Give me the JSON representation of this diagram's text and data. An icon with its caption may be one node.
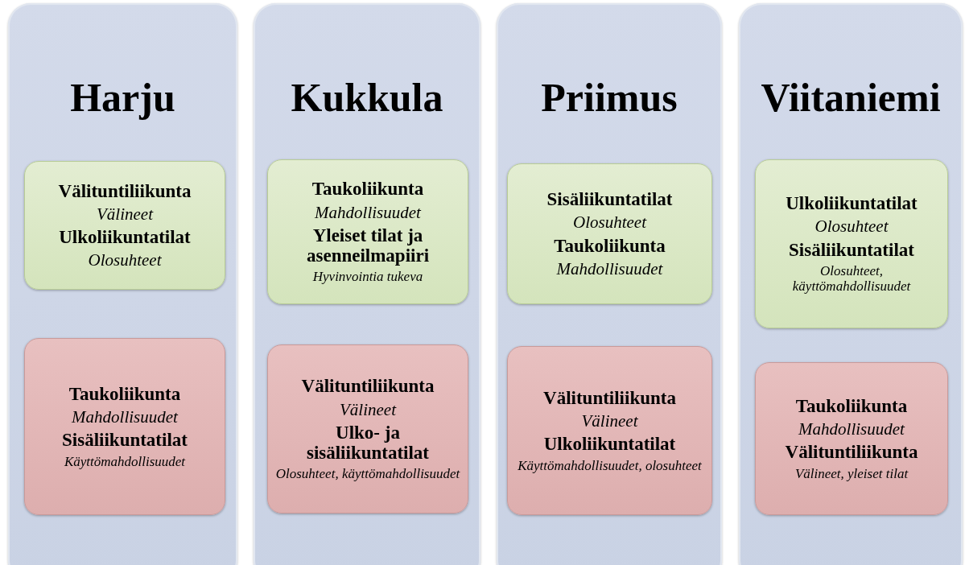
{
  "diagram": {
    "nodes": [
      {
        "text": [
          "Harju"
        ]
      },
      {
        "text": [
          "Välituntiliikunta",
          "Välineet",
          "Ulkoliikuntatilat",
          "Olosuhteet"
        ],
        "in": 0
      },
      {
        "text": [
          "Taukoliikunta",
          "Mahdollisuudet",
          "Sisäliikuntatilat",
          "Käyttömahdollisuudet"
        ],
        "in": 0
      },
      {
        "text": [
          "Kukkula"
        ]
      },
      {
        "text": [
          "Taukoliikunta",
          "Mahdollisuudet",
          "Yleiset tilat ja asenneilmapiiri",
          "Hyvinvointia tukeva"
        ],
        "in": 3
      },
      {
        "text": [
          "Välituntiliikunta",
          "Välineet",
          "Ulko- ja sisäliikuntatilat",
          "Olosuhteet, käyttömahdollisuudet"
        ],
        "in": 3
      },
      {
        "text": [
          "Priimus"
        ]
      },
      {
        "text": [
          "Sisäliikuntatilat",
          "Olosuhteet",
          "Taukoliikunta",
          "Mahdollisuudet"
        ],
        "in": 6
      },
      {
        "text": [
          "Välituntiliikunta",
          "Välineet",
          "Ulkoliikuntatilat",
          "Käyttömahdollisuudet, olosuhteet"
        ],
        "in": 6
      },
      {
        "text": [
          "Viitaniemi"
        ]
      },
      {
        "text": [
          "Ulkoliikuntatilat",
          "Olosuhteet",
          "Sisäliikuntatilat",
          "Olosuhteet, käyttömahdollisuudet"
        ],
        "in": 9
      },
      {
        "text": [
          "Taukoliikunta",
          "Mahdollisuudet",
          "Välituntiliikunta",
          "Välineet, yleiset tilat"
        ],
        "in": 9
      }
    ]
  }
}
